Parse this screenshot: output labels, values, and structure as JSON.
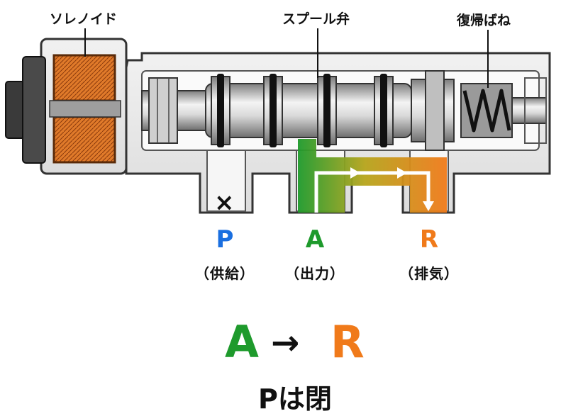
{
  "callouts": {
    "solenoid": "ソレノイド",
    "spool_valve": "スプール弁",
    "return_spring": "復帰ばね"
  },
  "ports": [
    {
      "letter": "P",
      "sub": "（供給）",
      "color": "#1a6fe0"
    },
    {
      "letter": "A",
      "sub": "（出力）",
      "color": "#1e9a2c"
    },
    {
      "letter": "R",
      "sub": "（排気）",
      "color": "#f07a1a"
    }
  ],
  "flow": {
    "from": "A",
    "arrow": "→",
    "to": "R",
    "from_color": "#1e9a2c",
    "to_color": "#f07a1a"
  },
  "status_caption": "Pは閉",
  "blocked_mark": "×"
}
